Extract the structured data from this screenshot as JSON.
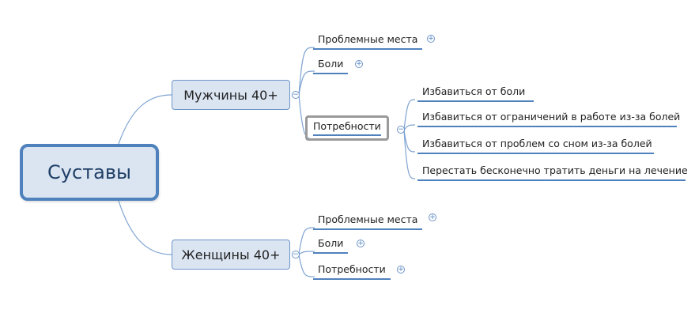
{
  "root": {
    "label": "Суставы"
  },
  "branches": [
    {
      "label": "Мужчины 40+",
      "toggle": "−",
      "children": [
        {
          "label": "Проблемные места",
          "toggle": "+"
        },
        {
          "label": "Боли",
          "toggle": "+"
        },
        {
          "label": "Потребности",
          "toggle": "−",
          "selected": true,
          "children": [
            {
              "label": "Избавиться от боли"
            },
            {
              "label": "Избавиться от ограничений в работе из-за болей"
            },
            {
              "label": "Избавиться от проблем со сном из-за болей"
            },
            {
              "label": "Перестать бесконечно тратить деньги на лечение"
            }
          ]
        }
      ]
    },
    {
      "label": "Женщины 40+",
      "toggle": "−",
      "children": [
        {
          "label": "Проблемные места",
          "toggle": "+"
        },
        {
          "label": "Боли",
          "toggle": "+"
        },
        {
          "label": "Потребности",
          "toggle": "+"
        }
      ]
    }
  ],
  "colors": {
    "connector": "#4f81bd",
    "node_fill": "#dbe5f2",
    "selection": "#9a9a9a"
  }
}
